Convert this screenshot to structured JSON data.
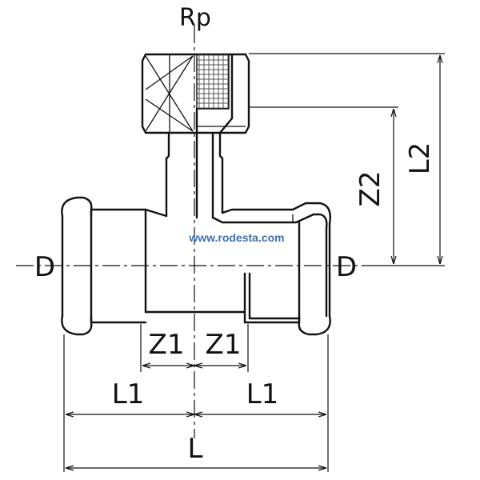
{
  "labels": {
    "rp": "Rp",
    "d_left": "D",
    "d_right": "D",
    "z1_left": "Z1",
    "z1_right": "Z1",
    "l1_left": "L1",
    "l1_right": "L1",
    "l": "L",
    "z2": "Z2",
    "l2": "L2"
  },
  "watermark": "www.rodesta.com"
}
